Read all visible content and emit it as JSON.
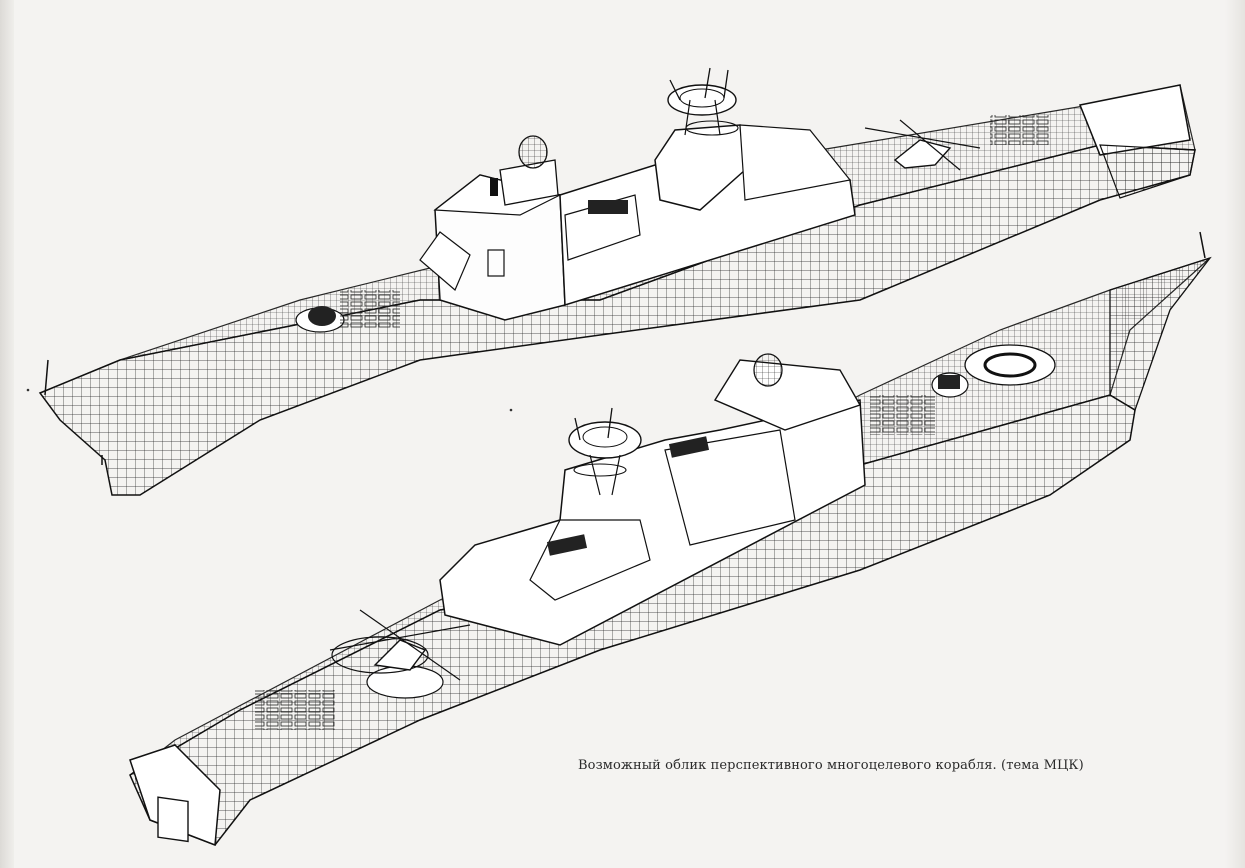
{
  "caption": "Возможный облик перспективного многоцелевого корабля. (тема МЦК)",
  "colors": {
    "paper": "#f4f3f1",
    "ink": "#1a1a1a",
    "hull_fill": "#ffffff",
    "superstructure_fill": "#fafafa"
  },
  "illustrations": [
    {
      "name": "ship-view-upper",
      "description_icon": "warship-drawing-icon"
    },
    {
      "name": "ship-view-lower",
      "description_icon": "warship-drawing-icon"
    }
  ]
}
